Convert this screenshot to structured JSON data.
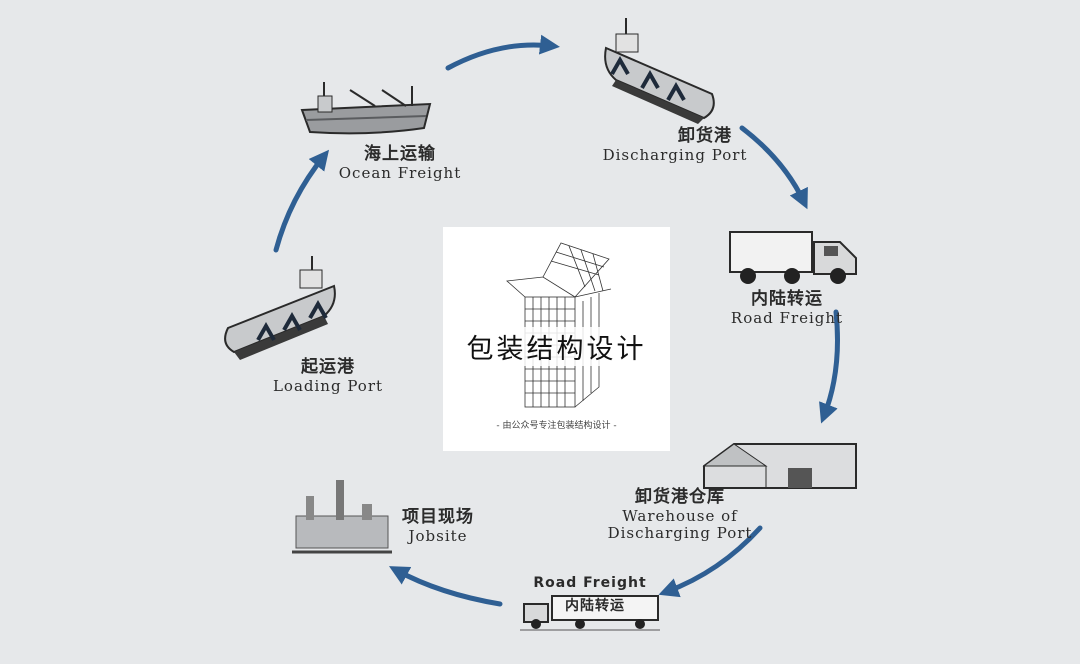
{
  "colors": {
    "background": "#e6e8ea",
    "arrow": "#2f5f93",
    "ink": "#2b2b2b",
    "card": "#ffffff"
  },
  "center": {
    "title": "包装结构设计",
    "subtitle": "- 由公众号专注包装结构设计 -"
  },
  "steps": [
    {
      "zh": "海上运输",
      "en": "Ocean Freight",
      "icon": "cargo-ship-icon"
    },
    {
      "zh": "卸货港",
      "en": "Discharging Port",
      "icon": "ship-with-cranes-icon"
    },
    {
      "zh": "内陆转运",
      "en": "Road Freight",
      "icon": "truck-icon"
    },
    {
      "zh": "卸货港仓库",
      "en": "Warehouse of Discharging Port",
      "icon": "warehouse-icon"
    },
    {
      "top": "Road Freight",
      "sign": "内陆转运",
      "icon": "trailer-truck-icon"
    },
    {
      "zh": "项目现场",
      "en": "Jobsite",
      "icon": "factory-icon"
    },
    {
      "zh": "起运港",
      "en": "Loading Port",
      "icon": "ship-with-cranes-icon"
    }
  ]
}
